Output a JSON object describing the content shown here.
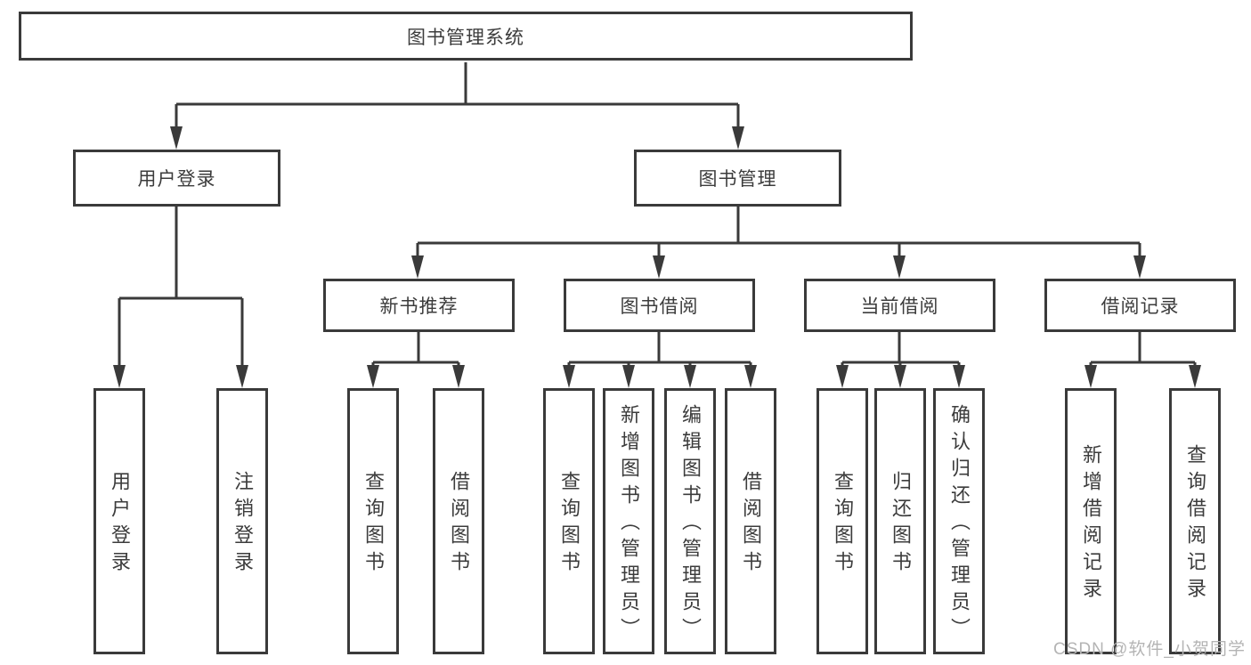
{
  "diagram": {
    "root": {
      "label": "图书管理系统"
    },
    "user_login": {
      "label": "用户登录",
      "children": {
        "login": {
          "label": "用户登录"
        },
        "logout": {
          "label": "注销登录"
        }
      }
    },
    "book_management": {
      "label": "图书管理",
      "children": {
        "new_book_recommend": {
          "label": "新书推荐",
          "children": {
            "query_book": {
              "label": "查询图书"
            },
            "borrow_book": {
              "label": "借阅图书"
            }
          }
        },
        "book_borrow": {
          "label": "图书借阅",
          "children": {
            "query_book": {
              "label": "查询图书"
            },
            "add_book": {
              "label": "新增图书（管理员）"
            },
            "edit_book": {
              "label": "编辑图书（管理员）"
            },
            "borrow_book": {
              "label": "借阅图书"
            }
          }
        },
        "current_borrow": {
          "label": "当前借阅",
          "children": {
            "query_book": {
              "label": "查询图书"
            },
            "return_book": {
              "label": "归还图书"
            },
            "confirm_return": {
              "label": "确认归还（管理员）"
            }
          }
        },
        "borrow_record": {
          "label": "借阅记录",
          "children": {
            "add_record": {
              "label": "新增借阅记录"
            },
            "query_record": {
              "label": "查询借阅记录"
            }
          }
        }
      }
    }
  },
  "watermark": {
    "text": "CSDN @软件_小贺同学"
  },
  "colors": {
    "line": "#3a3a3a",
    "text": "#3c3c3c",
    "background": "#ffffff",
    "watermark": "#b4b4b4"
  }
}
